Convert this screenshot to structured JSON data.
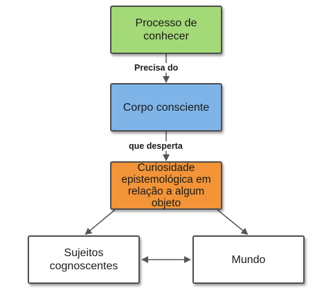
{
  "nodes": [
    {
      "id": "n1",
      "text": "Processo de conhecer",
      "color": "#a3d977"
    },
    {
      "id": "n2",
      "text": "Corpo consciente",
      "color": "#7eb4e8"
    },
    {
      "id": "n3",
      "text": "Curiosidade epistemológica em relação a algum objeto",
      "color": "#f29437"
    },
    {
      "id": "n4",
      "text": "Sujeitos cognoscentes",
      "color": "#ffffff"
    },
    {
      "id": "n5",
      "text": "Mundo",
      "color": "#ffffff"
    }
  ],
  "edges": [
    {
      "from": "n1",
      "to": "n2",
      "label": "Precisa do"
    },
    {
      "from": "n2",
      "to": "n3",
      "label": "que desperta"
    },
    {
      "from": "n3",
      "to": "n4",
      "label": ""
    },
    {
      "from": "n3",
      "to": "n5",
      "label": ""
    },
    {
      "from": "n4",
      "to": "n5",
      "label": "",
      "bidirectional": true
    }
  ],
  "colors": {
    "stroke": "#4d4d4d",
    "arrow": "#555555"
  }
}
